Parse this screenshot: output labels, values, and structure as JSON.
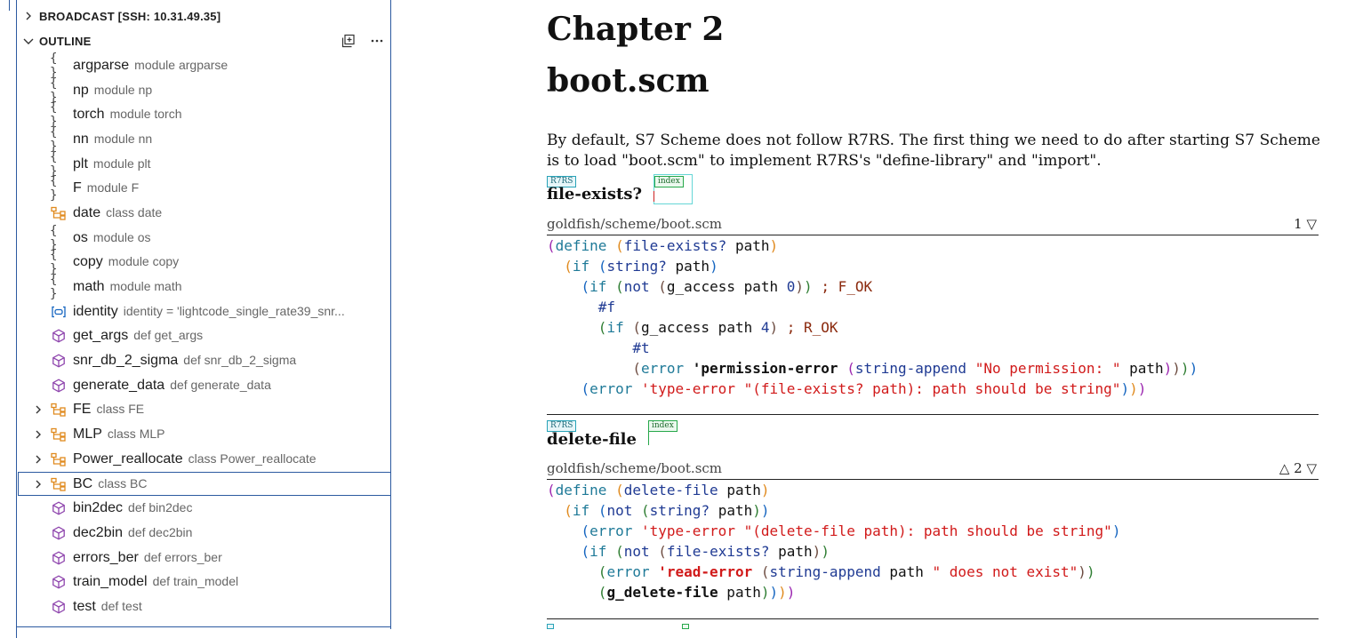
{
  "outline_panel": {
    "broadcast_title": "BROADCAST [SSH: 10.31.49.35]",
    "outline_title": "OUTLINE",
    "items": [
      {
        "name": "argparse",
        "detail": "module argparse",
        "kind": "module"
      },
      {
        "name": "np",
        "detail": "module np",
        "kind": "module"
      },
      {
        "name": "torch",
        "detail": "module torch",
        "kind": "module"
      },
      {
        "name": "nn",
        "detail": "module nn",
        "kind": "module"
      },
      {
        "name": "plt",
        "detail": "module plt",
        "kind": "module"
      },
      {
        "name": "F",
        "detail": "module F",
        "kind": "module"
      },
      {
        "name": "date",
        "detail": "class date",
        "kind": "class"
      },
      {
        "name": "os",
        "detail": "module os",
        "kind": "module"
      },
      {
        "name": "copy",
        "detail": "module copy",
        "kind": "module"
      },
      {
        "name": "math",
        "detail": "module math",
        "kind": "module"
      },
      {
        "name": "identity",
        "detail": "identity = 'lightcode_single_rate39_snr...",
        "kind": "variable"
      },
      {
        "name": "get_args",
        "detail": "def get_args",
        "kind": "function"
      },
      {
        "name": "snr_db_2_sigma",
        "detail": "def snr_db_2_sigma",
        "kind": "function"
      },
      {
        "name": "generate_data",
        "detail": "def generate_data",
        "kind": "function"
      },
      {
        "name": "FE",
        "detail": "class FE",
        "kind": "class",
        "expandable": true
      },
      {
        "name": "MLP",
        "detail": "class MLP",
        "kind": "class",
        "expandable": true
      },
      {
        "name": "Power_reallocate",
        "detail": "class Power_reallocate",
        "kind": "class",
        "expandable": true
      },
      {
        "name": "BC",
        "detail": "class BC",
        "kind": "class",
        "expandable": true,
        "selected": true
      },
      {
        "name": "bin2dec",
        "detail": "def bin2dec",
        "kind": "function"
      },
      {
        "name": "dec2bin",
        "detail": "def dec2bin",
        "kind": "function"
      },
      {
        "name": "errors_ber",
        "detail": "def errors_ber",
        "kind": "function"
      },
      {
        "name": "train_model",
        "detail": "def train_model",
        "kind": "function"
      },
      {
        "name": "test",
        "detail": "def test",
        "kind": "function"
      }
    ]
  },
  "document": {
    "chapter": "Chapter 2",
    "title": "boot.scm",
    "intro": "By default, S7 Scheme does not follow R7RS. The first thing we need to do after starting S7 Scheme is to load \"boot.scm\" to implement R7RS's \"define-library\" and \"import\".",
    "tag_r7rs": "R7RS",
    "tag_index": "index",
    "blocks": [
      {
        "name": "file-exists?",
        "path": "goldfish/scheme/boot.scm",
        "nav": "1 ▽"
      },
      {
        "name": "delete-file",
        "path": "goldfish/scheme/boot.scm",
        "nav": "△ 2 ▽"
      }
    ]
  },
  "colors": {
    "panel_border": "#2c5aa0",
    "module_icon": "#444444",
    "class_icon": "#e08a1e",
    "function_icon": "#8e44ad",
    "variable_icon": "#1565c0",
    "tag_r7rs": "#29a3b8",
    "tag_index": "#27a84a"
  }
}
